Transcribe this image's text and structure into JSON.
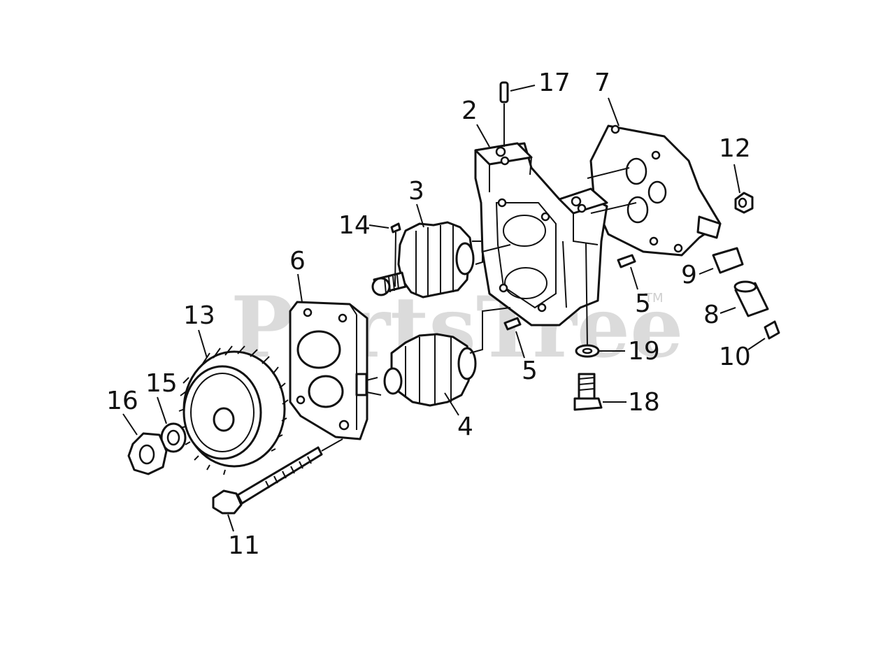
{
  "watermark": {
    "text": "PartsTree",
    "tm": "TM"
  },
  "callouts": {
    "c2": "2",
    "c3": "3",
    "c4": "4",
    "c5a": "5",
    "c5b": "5",
    "c6": "6",
    "c7": "7",
    "c8": "8",
    "c9": "9",
    "c10": "10",
    "c11": "11",
    "c12": "12",
    "c13": "13",
    "c14": "14",
    "c15": "15",
    "c16": "16",
    "c17": "17",
    "c18": "18",
    "c19": "19"
  }
}
